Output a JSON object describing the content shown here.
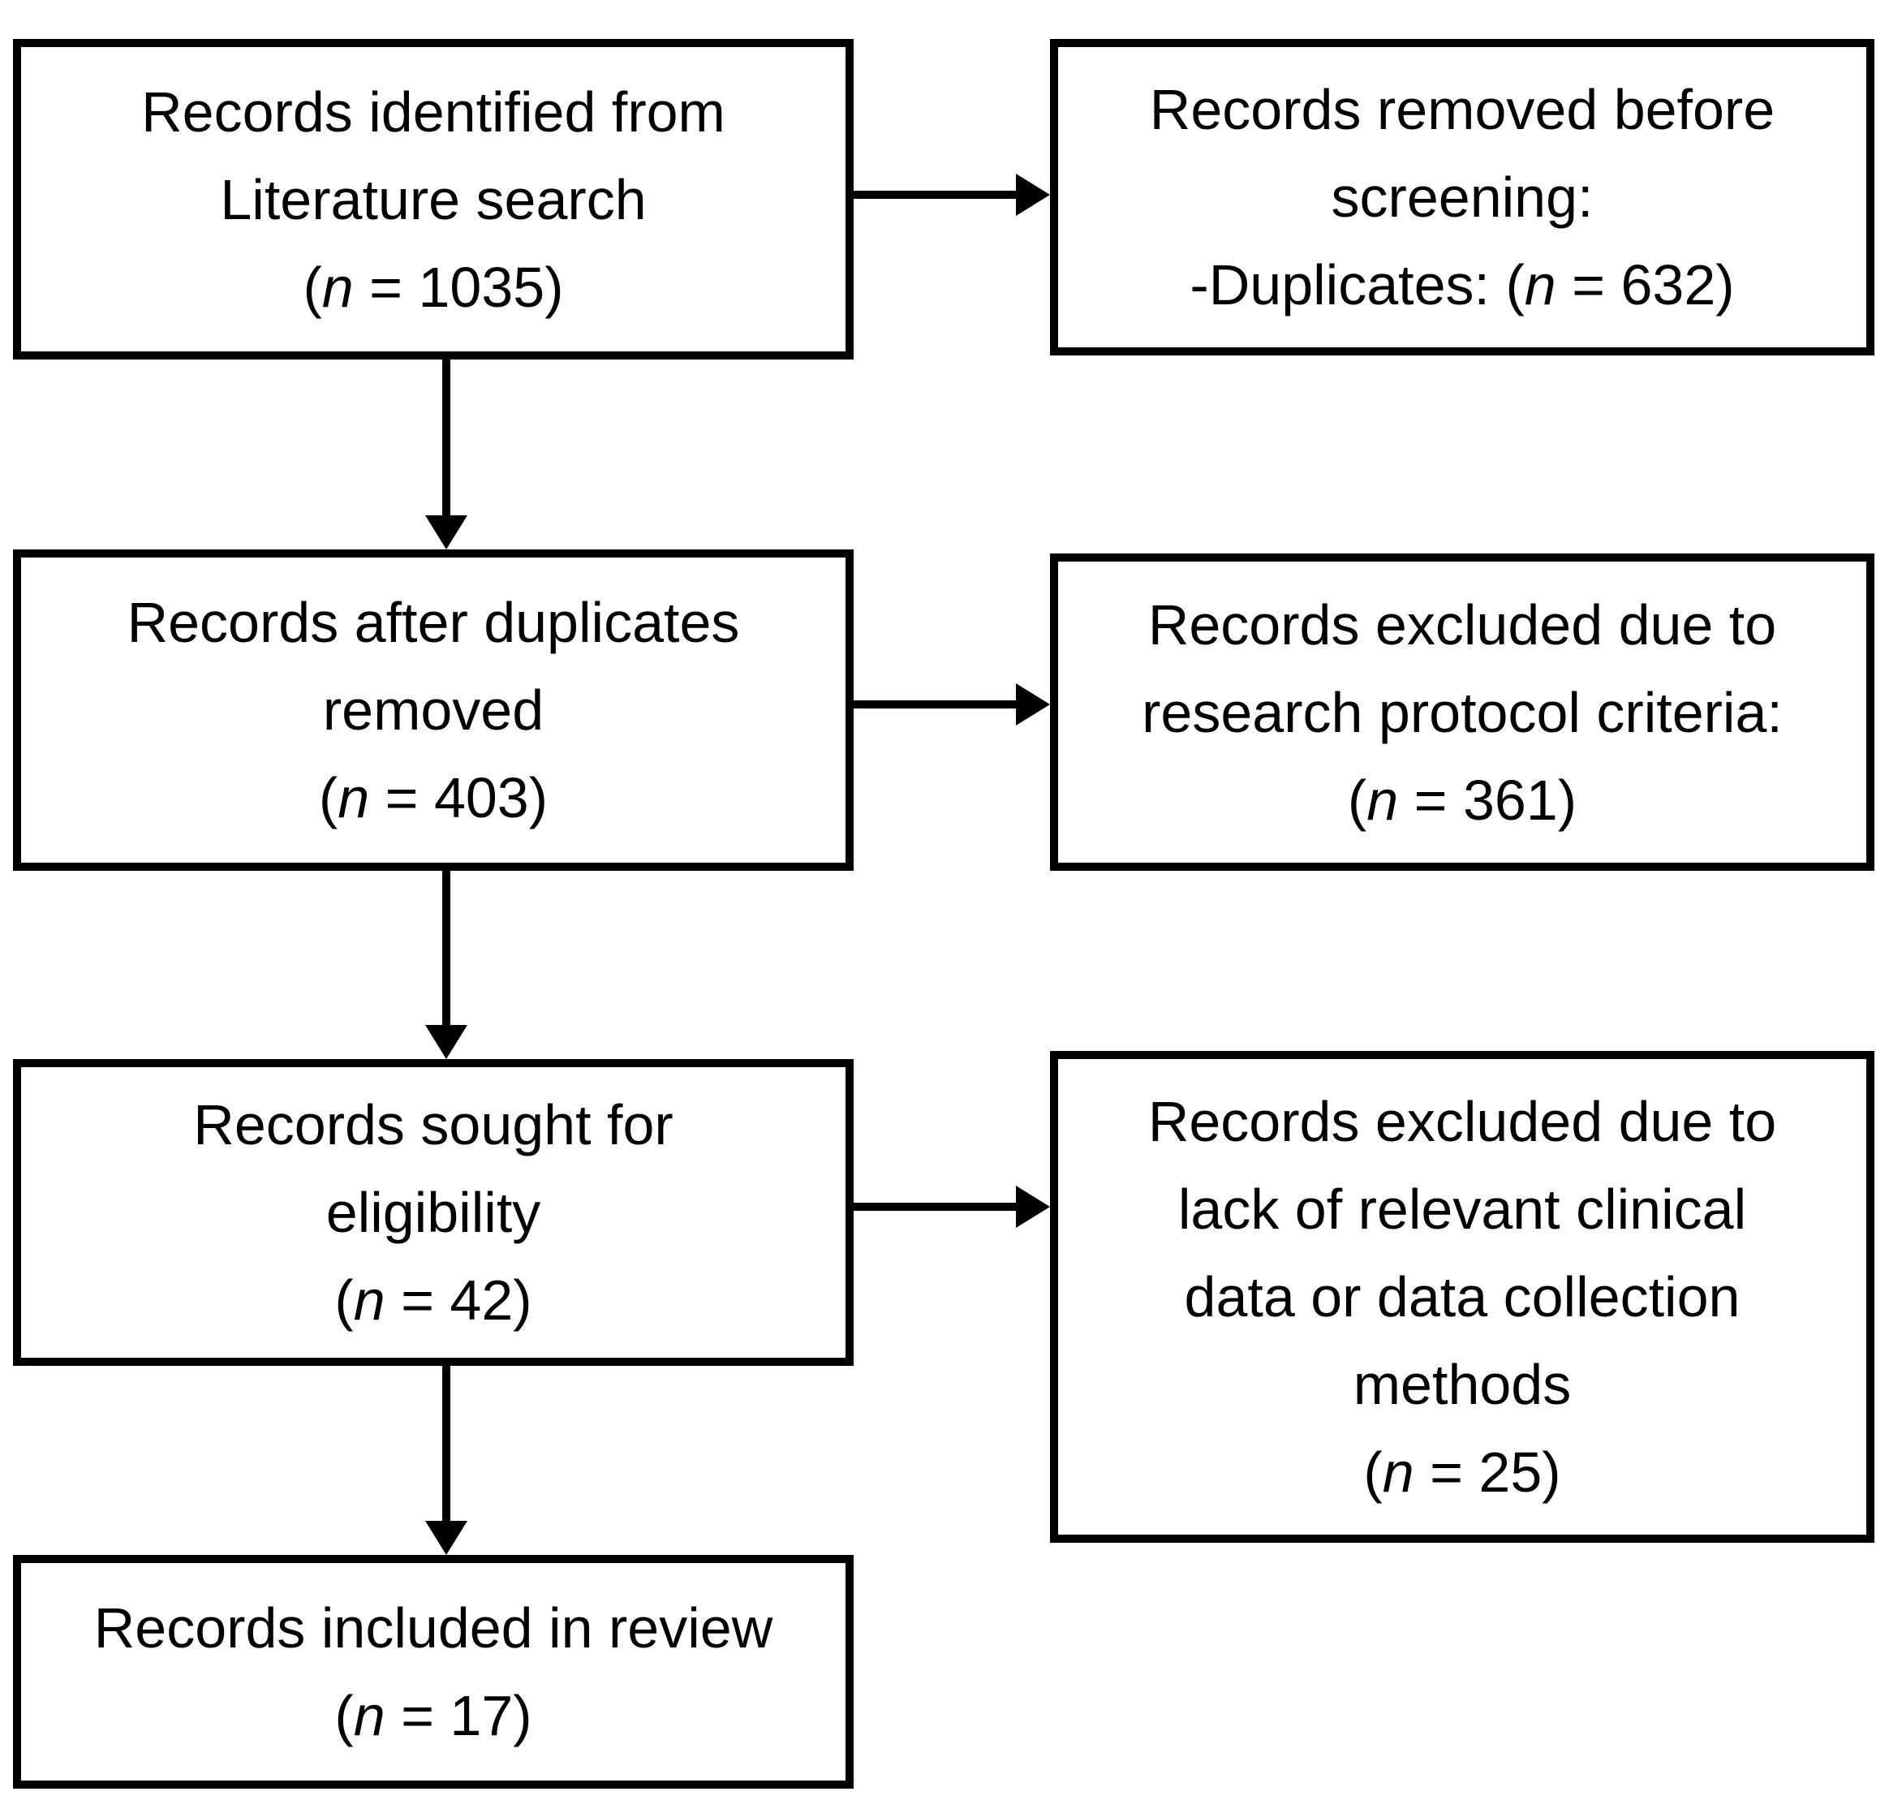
{
  "flowchart": {
    "boxes": [
      {
        "id": "identified",
        "lines": [
          "Records identified from",
          "Literature search",
          "(n = 1035)"
        ]
      },
      {
        "id": "removed-before-screening",
        "lines": [
          "Records removed before",
          "screening:",
          "-Duplicates: (n = 632)"
        ]
      },
      {
        "id": "after-duplicates-removed",
        "lines": [
          "Records after duplicates",
          "removed",
          "(n = 403)"
        ]
      },
      {
        "id": "excluded-protocol-criteria",
        "lines": [
          "Records excluded due to",
          "research protocol criteria:",
          "(n = 361)"
        ]
      },
      {
        "id": "sought-for-eligibility",
        "lines": [
          "Records sought for",
          "eligibility",
          "(n = 42)"
        ]
      },
      {
        "id": "excluded-clinical-data",
        "lines": [
          "Records excluded due to",
          "lack of relevant clinical",
          "data or data collection",
          "methods",
          "(n = 25)"
        ]
      },
      {
        "id": "included-in-review",
        "lines": [
          "Records included in review",
          "(n = 17)"
        ]
      }
    ],
    "counts": {
      "records_identified": 1035,
      "duplicates_removed_before_screening": 632,
      "records_after_duplicates_removed": 403,
      "excluded_research_protocol_criteria": 361,
      "records_sought_for_eligibility": 42,
      "excluded_lack_of_clinical_data_or_methods": 25,
      "records_included_in_review": 17
    },
    "colors": {
      "background": "#ffffff",
      "box_fill": "#ffffff",
      "box_border": "#000000",
      "text": "#000000",
      "arrow": "#000000"
    }
  }
}
